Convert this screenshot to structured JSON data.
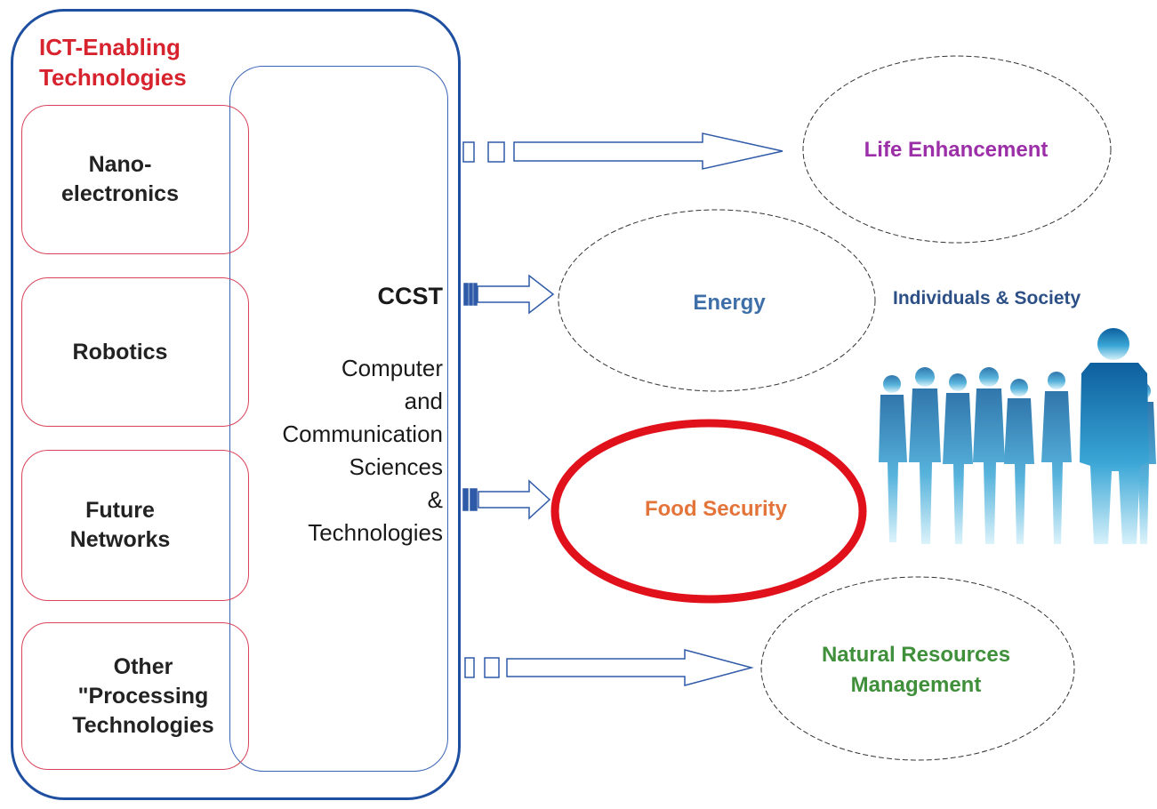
{
  "outer_title": "ICT-Enabling\nTechnologies",
  "technologies": [
    {
      "label": "Nano-\nelectronics"
    },
    {
      "label": "Robotics"
    },
    {
      "label": "Future\nNetworks"
    },
    {
      "label": "Other\n\"Processing\nTechnologies"
    }
  ],
  "ccst": {
    "short": "CCST",
    "long": "Computer\nand\nCommunication\nSciences\n&\nTechnologies"
  },
  "outcomes": {
    "life": "Life Enhancement",
    "energy": "Energy",
    "food": "Food Security",
    "natural": "Natural Resources\nManagement"
  },
  "society_label": "Individuals & Society",
  "colors": {
    "outer_border": "#1f4fa0",
    "title_red": "#d7232e",
    "highlight_red": "#e0111a",
    "life": "#9b2fa8",
    "energy": "#3f6fa8",
    "food": "#e3743a",
    "natural": "#3f8f3b",
    "people_gradient_top": "#0d5f9e",
    "people_gradient_bottom": "#bfe9f7"
  },
  "highlight": "Food Security",
  "people_icon": "people-silhouette-icon"
}
